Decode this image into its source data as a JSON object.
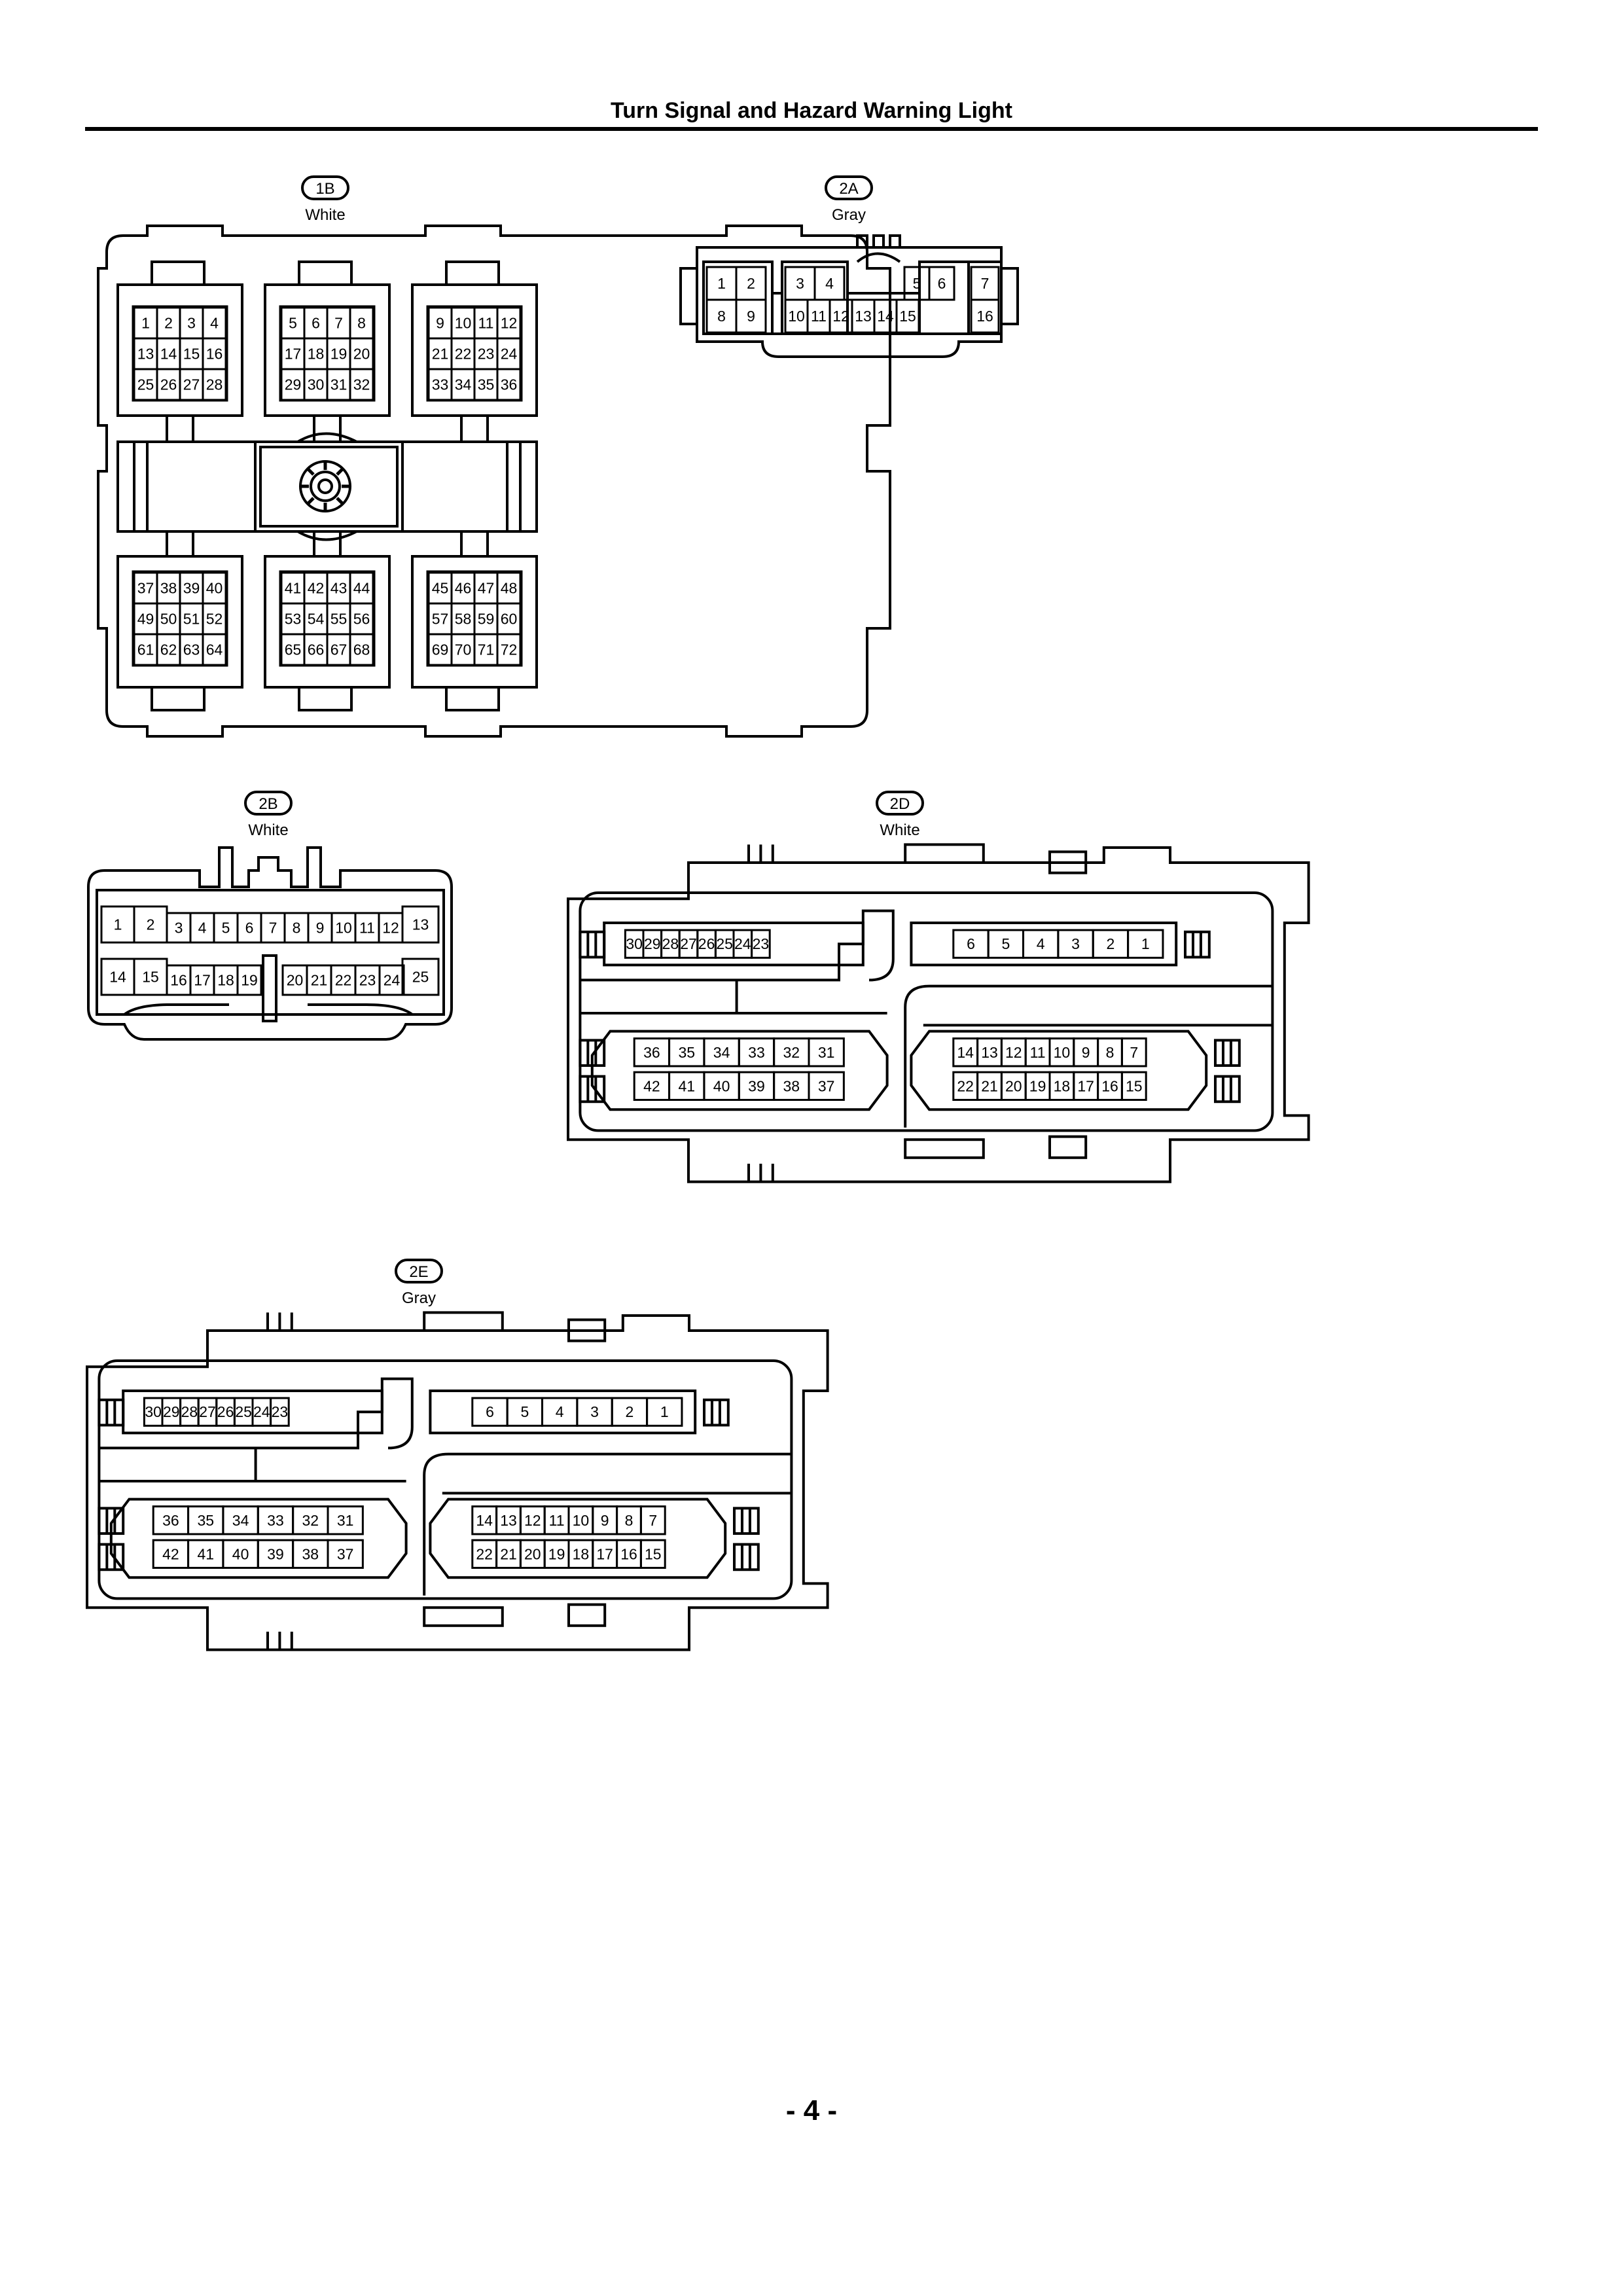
{
  "header": {
    "title": "Turn Signal and Hazard Warning Light"
  },
  "footer": {
    "page_number": "- 4 -"
  },
  "connectors": [
    {
      "id": "1B",
      "color": "White",
      "groups": [
        [
          [
            "1",
            "2",
            "3",
            "4"
          ],
          [
            "13",
            "14",
            "15",
            "16"
          ],
          [
            "25",
            "26",
            "27",
            "28"
          ]
        ],
        [
          [
            "5",
            "6",
            "7",
            "8"
          ],
          [
            "17",
            "18",
            "19",
            "20"
          ],
          [
            "29",
            "30",
            "31",
            "32"
          ]
        ],
        [
          [
            "9",
            "10",
            "11",
            "12"
          ],
          [
            "21",
            "22",
            "23",
            "24"
          ],
          [
            "33",
            "34",
            "35",
            "36"
          ]
        ],
        [
          [
            "37",
            "38",
            "39",
            "40"
          ],
          [
            "49",
            "50",
            "51",
            "52"
          ],
          [
            "61",
            "62",
            "63",
            "64"
          ]
        ],
        [
          [
            "41",
            "42",
            "43",
            "44"
          ],
          [
            "53",
            "54",
            "55",
            "56"
          ],
          [
            "65",
            "66",
            "67",
            "68"
          ]
        ],
        [
          [
            "45",
            "46",
            "47",
            "48"
          ],
          [
            "57",
            "58",
            "59",
            "60"
          ],
          [
            "69",
            "70",
            "71",
            "72"
          ]
        ]
      ]
    },
    {
      "id": "2A",
      "color": "Gray",
      "groups": [
        [
          [
            "1",
            "2"
          ],
          [
            "8",
            "9"
          ]
        ],
        [
          [
            "3",
            "4"
          ],
          [
            "10",
            "11",
            "12",
            "13",
            "14",
            "15"
          ]
        ],
        [
          [
            "5",
            "6"
          ],
          []
        ],
        [
          [
            "7"
          ],
          [
            "16"
          ]
        ]
      ]
    },
    {
      "id": "2B",
      "color": "White",
      "rows": [
        [
          "1",
          "2",
          "3",
          "4",
          "5",
          "6",
          "7",
          "8",
          "9",
          "10",
          "11",
          "12",
          "13"
        ],
        [
          "14",
          "15",
          "16",
          "17",
          "18",
          "19",
          "20",
          "21",
          "22",
          "23",
          "24",
          "25"
        ]
      ]
    },
    {
      "id": "2D",
      "color": "White",
      "groups": [
        [
          "30",
          "29",
          "28",
          "27",
          "26",
          "25",
          "24",
          "23"
        ],
        [
          "6",
          "5",
          "4",
          "3",
          "2",
          "1"
        ],
        [
          "36",
          "35",
          "34",
          "33",
          "32",
          "31"
        ],
        [
          "42",
          "41",
          "40",
          "39",
          "38",
          "37"
        ],
        [
          "14",
          "13",
          "12",
          "11",
          "10",
          "9",
          "8",
          "7"
        ],
        [
          "22",
          "21",
          "20",
          "19",
          "18",
          "17",
          "16",
          "15"
        ]
      ]
    },
    {
      "id": "2E",
      "color": "Gray",
      "groups": [
        [
          "30",
          "29",
          "28",
          "27",
          "26",
          "25",
          "24",
          "23"
        ],
        [
          "6",
          "5",
          "4",
          "3",
          "2",
          "1"
        ],
        [
          "36",
          "35",
          "34",
          "33",
          "32",
          "31"
        ],
        [
          "42",
          "41",
          "40",
          "39",
          "38",
          "37"
        ],
        [
          "14",
          "13",
          "12",
          "11",
          "10",
          "9",
          "8",
          "7"
        ],
        [
          "22",
          "21",
          "20",
          "19",
          "18",
          "17",
          "16",
          "15"
        ]
      ]
    }
  ]
}
